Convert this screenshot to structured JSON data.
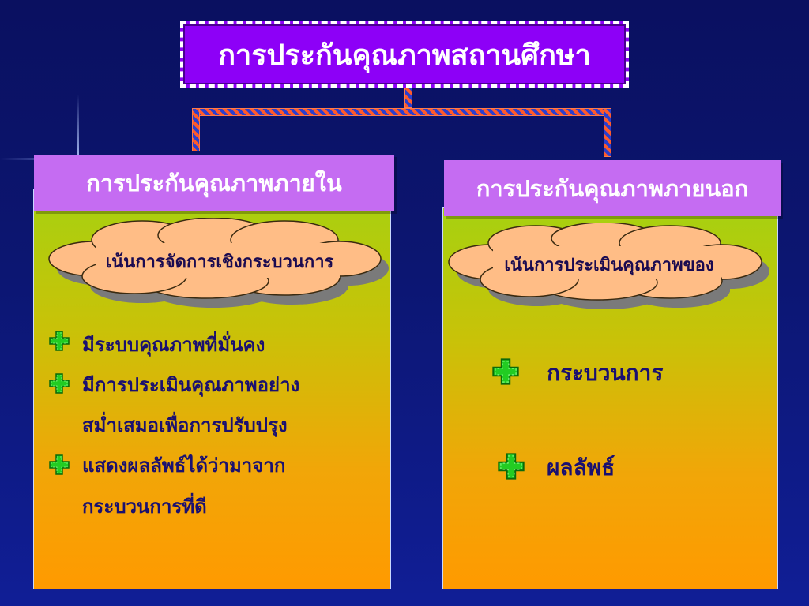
{
  "title": "การประกันคุณภาพสถานศึกษา",
  "left": {
    "header": "การประกันคุณภาพภายใน",
    "cloud": "เน้นการจัดการเชิงกระบวนการ",
    "bullets": [
      "มีระบบคุณภาพที่มั่นคง",
      "มีการประเมินคุณภาพอย่าง",
      "สม่ำเสมอเพื่อการปรับปรุง",
      "แสดงผลลัพธ์ได้ว่ามาจาก",
      "กระบวนการที่ดี"
    ]
  },
  "right": {
    "header": "การประกันคุณภาพภายนอก",
    "cloud": "เน้นการประเมินคุณภาพของ",
    "bullets": [
      "กระบวนการ",
      "ผลลัพธ์"
    ]
  },
  "colors": {
    "background": "#0c1672",
    "title_box": "#8d00f7",
    "header_box": "#c56cf2",
    "panel_top": "#a6d110",
    "panel_bottom": "#ff9a00",
    "cloud": "#ffbd86",
    "bullet_icon": "#22cc22"
  },
  "icons": {
    "bullet": "green-cross-icon",
    "cloud": "cloud-shape"
  }
}
